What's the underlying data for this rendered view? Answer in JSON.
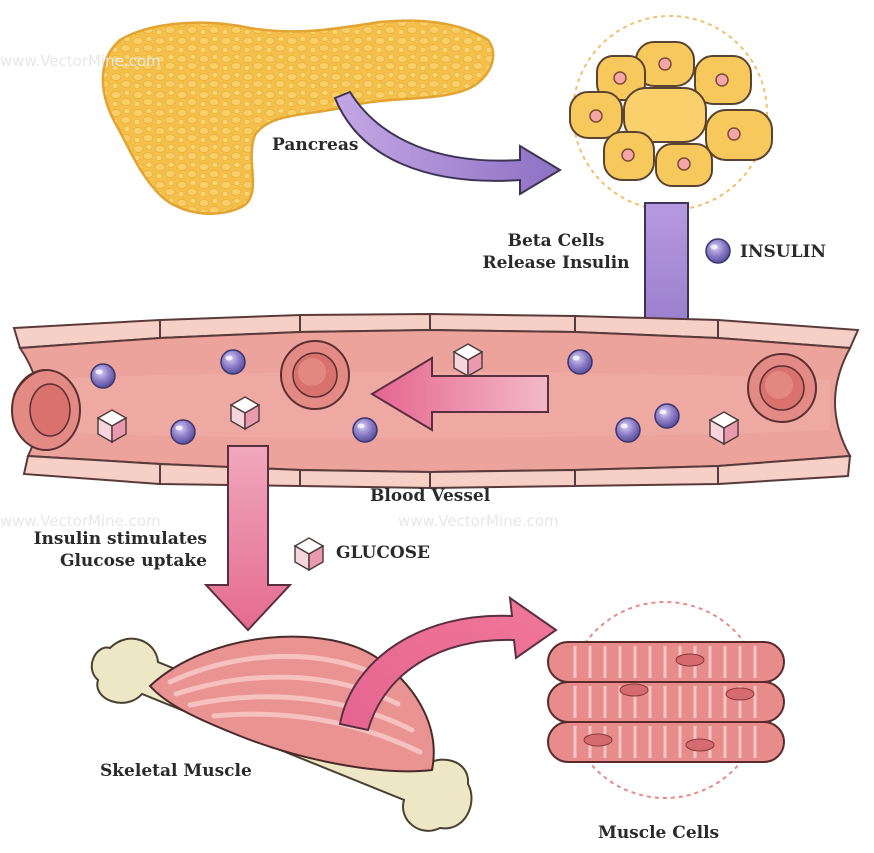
{
  "labels": {
    "pancreas": "Pancreas",
    "beta_cells_line1": "Beta Cells",
    "beta_cells_line2": "Release Insulin",
    "insulin": "INSULIN",
    "blood_vessel": "Blood Vessel",
    "stimulates_line1": "Insulin stimulates",
    "stimulates_line2": "Glucose uptake",
    "glucose": "GLUCOSE",
    "skeletal_muscle": "Skeletal Muscle",
    "muscle_cells": "Muscle Cells"
  },
  "watermark": "www.VectorMine.com",
  "colors": {
    "pancreas": "#f5c048",
    "beta_cell": "#f7c95c",
    "insulin_dot": "#7b6bb5",
    "vessel_wall": "#f3c4bb",
    "vessel_inner": "#e89a94",
    "red_cell": "#e38c86",
    "purple_arrow": "#a98bd0",
    "pink_arrow": "#ea7d9e",
    "muscle": "#e99392",
    "bone": "#efe9c8"
  }
}
